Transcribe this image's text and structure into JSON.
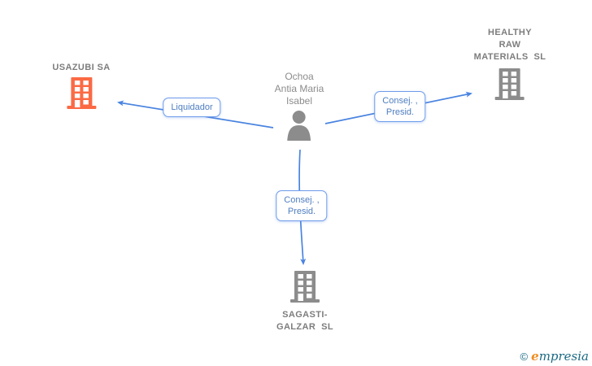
{
  "person": {
    "name": "Ochoa\nAntia Maria\nIsabel"
  },
  "companies": {
    "usazubi": {
      "name": "USAZUBI SA"
    },
    "healthy": {
      "name": "HEALTHY\nRAW\nMATERIALS  SL"
    },
    "sagasti": {
      "name": "SAGASTI-\nGALZAR  SL"
    }
  },
  "relations": {
    "liquidador": {
      "label": "Liquidador"
    },
    "consej_healthy": {
      "label": "Consej. ,\nPresid."
    },
    "consej_sagasti": {
      "label": "Consej. ,\nPresid."
    }
  },
  "footer": {
    "copyright": "©",
    "brand_e": "e",
    "brand_rest": "mpresia"
  },
  "icons": {
    "person": "person-silhouette-icon",
    "company": "building-icon"
  },
  "colors": {
    "arrow_blue": "#4a84e0",
    "box_border_blue": "#6f9ceb",
    "box_text_blue": "#4e7ec1",
    "label_gray": "#7d7d7d",
    "person_gray": "#8c8c8c",
    "icon_gray": "#8c8c8c",
    "brand_orange": "#fb6a44",
    "brand_teal": "#1b6a84",
    "brand_logo_orange": "#ef8d22"
  }
}
